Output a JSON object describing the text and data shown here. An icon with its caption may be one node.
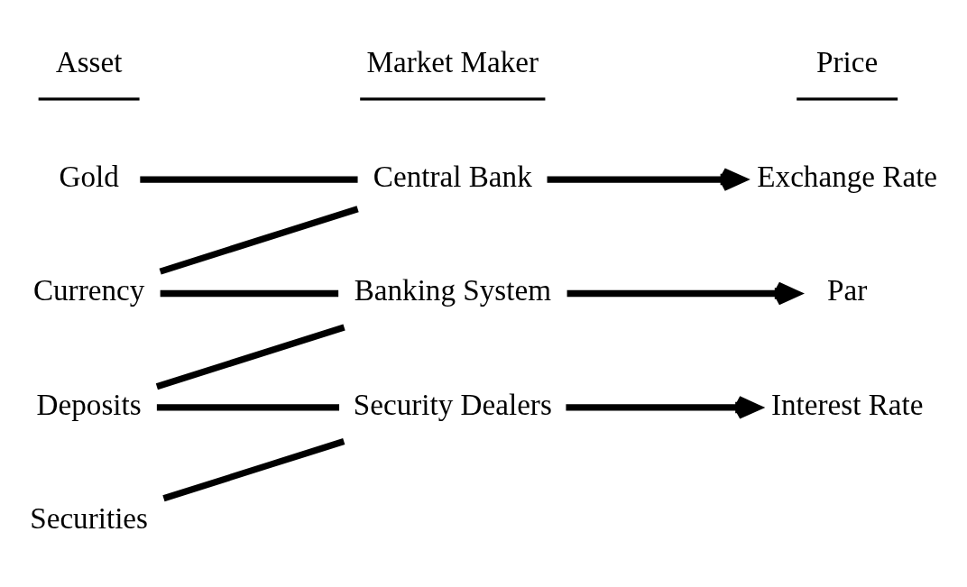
{
  "diagram": {
    "nodes": [
      {
        "text": [
          "Gold"
        ]
      },
      {
        "text": [
          "Central Bank"
        ]
      },
      {
        "text": [
          "Exchange Rate"
        ]
      },
      {
        "text": [
          "Currency"
        ]
      },
      {
        "text": [
          "Banking System"
        ]
      },
      {
        "text": [
          "Par"
        ]
      },
      {
        "text": [
          "Deposits"
        ]
      },
      {
        "text": [
          "Security Dealers"
        ]
      },
      {
        "text": [
          "Interest Rate"
        ]
      },
      {
        "text": [
          "Securities"
        ]
      }
    ],
    "edges": [
      {
        "from": 0,
        "to": 1,
        "arrow": "none"
      },
      {
        "from": 3,
        "to": 1,
        "arrow": "none"
      },
      {
        "from": 3,
        "to": 4,
        "arrow": "none"
      },
      {
        "from": 6,
        "to": 4,
        "arrow": "none"
      },
      {
        "from": 6,
        "to": 7,
        "arrow": "none"
      },
      {
        "from": 9,
        "to": 7,
        "arrow": "none"
      },
      {
        "from": 1,
        "to": 2,
        "arrow": "to"
      },
      {
        "from": 4,
        "to": 5,
        "arrow": "to"
      },
      {
        "from": 7,
        "to": 8,
        "arrow": "to"
      }
    ],
    "labels": [
      "Asset",
      "Market Maker",
      "Price"
    ]
  }
}
